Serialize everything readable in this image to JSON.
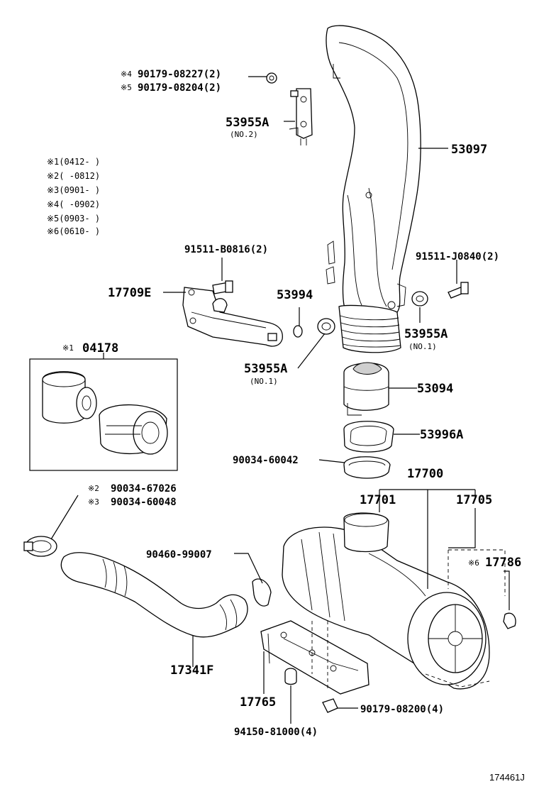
{
  "parts": {
    "p90179_08227": "90179-08227(2)",
    "p90179_08204": "90179-08204(2)",
    "mark4": "※4",
    "mark5": "※5",
    "p53955a_top": "53955A",
    "p53955a_top_note": "(NO.2)",
    "p53097": "53097",
    "p91511_b0816": "91511-B0816(2)",
    "p91511_j0840": "91511-J0840(2)",
    "p17709e": "17709E",
    "p53994": "53994",
    "p53955a_right": "53955A",
    "p53955a_right_note": "(NO.1)",
    "p53955a_left": "53955A",
    "p53955a_left_note": "(NO.1)",
    "mark1": "※1",
    "p04178": "04178",
    "p53094": "53094",
    "p53996a": "53996A",
    "p90034_60042": "90034-60042",
    "p17700": "17700",
    "p17701": "17701",
    "p17705": "17705",
    "mark2": "※2",
    "mark3": "※3",
    "p90034_67026": "90034-67026",
    "p90034_60048": "90034-60048",
    "p90460_99007": "90460-99007",
    "mark6": "※6",
    "p17786": "17786",
    "p17341f": "17341F",
    "p17765": "17765",
    "p90179_08200": "90179-08200(4)",
    "p94150_81000": "94150-81000(4)"
  },
  "legend": [
    "※1(0412-     )",
    "※2(     -0812)",
    "※3(0901-     )",
    "※4(     -0902)",
    "※5(0903-     )",
    "※6(0610-     )"
  ],
  "figure_id": "174461J"
}
